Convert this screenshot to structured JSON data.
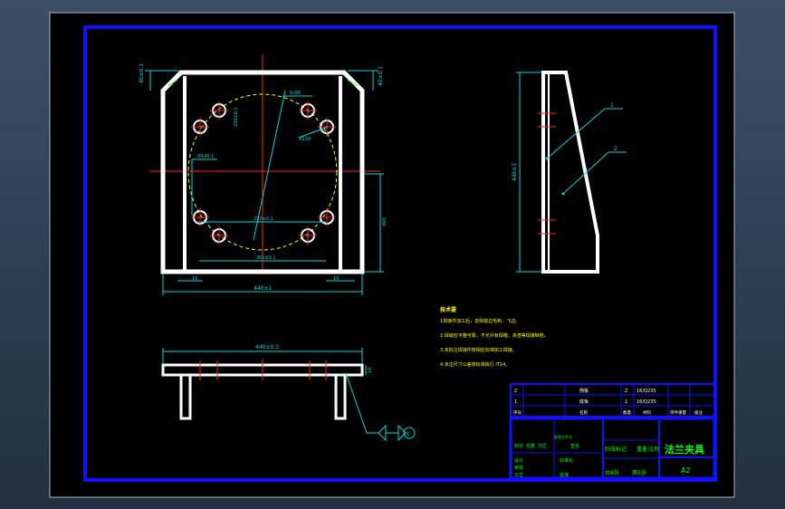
{
  "colors": {
    "background": "#000000",
    "border": "#1010ff",
    "outline": "#ffffff",
    "dimension": "#00d7d7",
    "center_line": "#ff2020",
    "hidden_arc": "#ffff00",
    "text_tech": "#ffff00",
    "title_block": "#1010ff",
    "text_green": "#00ff00",
    "frame_outer": "#ffffff"
  },
  "dimensions": {
    "top_left_h": "40±0.1",
    "top_right_h": "40±0.1",
    "bottom_width": "440±1",
    "left_small": "16",
    "right_small": "16",
    "hole_dia": "6-Φ8",
    "arc_radius": "R130",
    "radius_offset": "Φ140.1",
    "chain": "230±0.1",
    "lower_span": "300±0.1",
    "right_height": "360",
    "side_height": "440±1",
    "plan_width": "440±0.5",
    "plan_thick": "16"
  },
  "balloons": {
    "part1": "1",
    "part2": "2"
  },
  "technical_requirements": {
    "title": "技术要",
    "lines": [
      "1焊接件加工后，去除锐边毛刺、飞边。",
      "2.焊缝应平整可靠，不允许有焊瘤、夹渣等焊接缺陷。",
      "3.未标注焊接件按相应标准加工焊接。",
      "4.未注尺寸公差按标准执行 IT14。"
    ]
  },
  "bom": {
    "rows": [
      {
        "index": "2",
        "name": "侧板",
        "qty": "2",
        "material": "16/Q235"
      },
      {
        "index": "1",
        "name": "底板",
        "qty": "1",
        "material": "16/Q235"
      }
    ],
    "header": [
      "序号",
      "名称",
      "数量",
      "材料",
      "单件重量",
      "备注"
    ]
  },
  "title_block": {
    "title": "法兰夹具",
    "size": "A2",
    "stage": "阶段标记",
    "weight": "重量",
    "scale": "比例",
    "sheets": "共8张",
    "sheet_no": "第5张",
    "rows": [
      "标记",
      "处数",
      "分区",
      "更改文件号",
      "签名"
    ],
    "roles": [
      "设计",
      "审核",
      "工艺"
    ],
    "std": "标准化",
    "approve": "批准"
  },
  "gauge": {
    "label": "3/"
  }
}
